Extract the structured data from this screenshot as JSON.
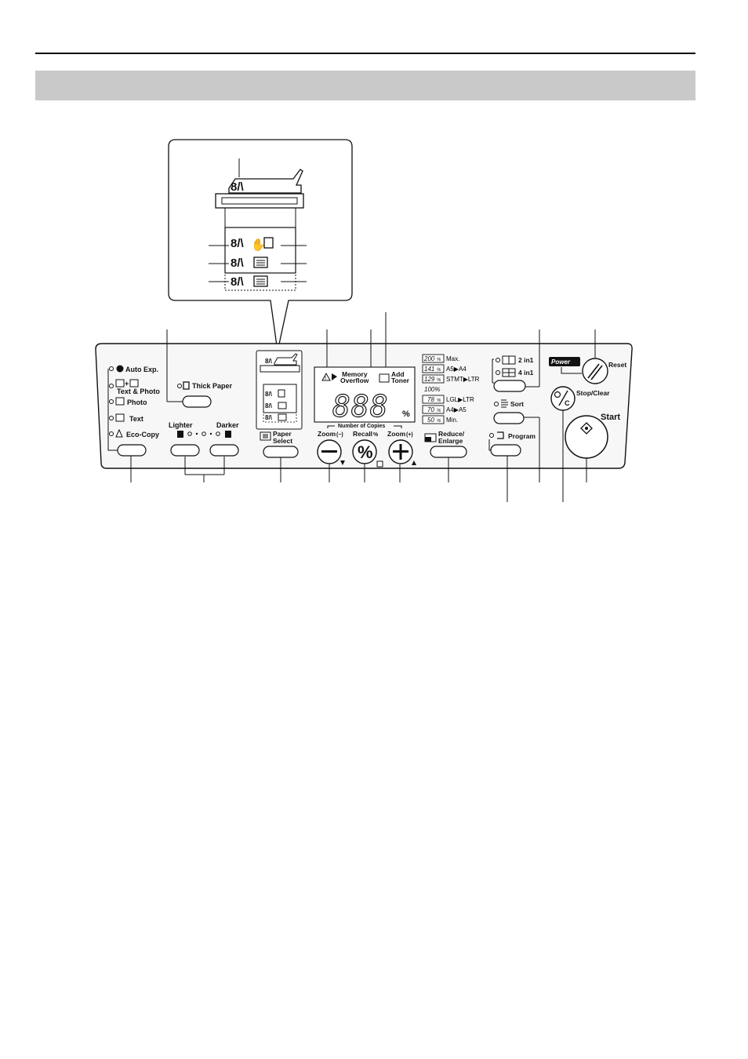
{
  "page": {
    "section_band_title": ""
  },
  "exposure": {
    "modes": [
      "Auto Exp.",
      "Text & Photo",
      "Photo",
      "Text",
      "Eco-Copy"
    ],
    "lighter": "Lighter",
    "darker": "Darker"
  },
  "thick_paper": {
    "label": "Thick Paper"
  },
  "paper_select": {
    "label_line1": "Paper",
    "label_line2": "Select"
  },
  "display": {
    "memory_line1": "Memory",
    "memory_line2": "Overflow",
    "toner_line1": "Add",
    "toner_line2": "Toner",
    "digits": "888",
    "percent": "%",
    "copies_caption": "Number of Copies"
  },
  "copy_keys": {
    "zoom_minus": "Zoom",
    "zoom_minus_sign": "(−)",
    "recall": "Recall",
    "recall_sign": "%",
    "zoom_plus": "Zoom",
    "zoom_plus_sign": "(+)"
  },
  "ratios": [
    {
      "value": "200",
      "unit": "%",
      "label": "Max."
    },
    {
      "value": "141",
      "unit": "%",
      "label": "A5▶A4"
    },
    {
      "value": "129",
      "unit": "%",
      "label": "STMT▶LTR"
    },
    {
      "value": "100%",
      "unit": "",
      "label": ""
    },
    {
      "value": "78",
      "unit": "%",
      "label": "LGL▶LTR"
    },
    {
      "value": "70",
      "unit": "%",
      "label": "A4▶A5"
    },
    {
      "value": "50",
      "unit": "%",
      "label": "Min."
    }
  ],
  "reduce_enlarge": {
    "line1": "Reduce/",
    "line2": "Enlarge"
  },
  "layout": {
    "two_in_one": "2 in1",
    "four_in_one": "4 in1"
  },
  "sort": {
    "label": "Sort"
  },
  "program": {
    "label": "Program"
  },
  "power": {
    "label": "Power"
  },
  "reset": {
    "label": "Reset"
  },
  "stop_clear": {
    "label": "Stop/Clear"
  },
  "start": {
    "label": "Start"
  },
  "colors": {
    "band": "#c9c9c9",
    "panel_fill": "#f7f7f7",
    "ink": "#111111"
  }
}
